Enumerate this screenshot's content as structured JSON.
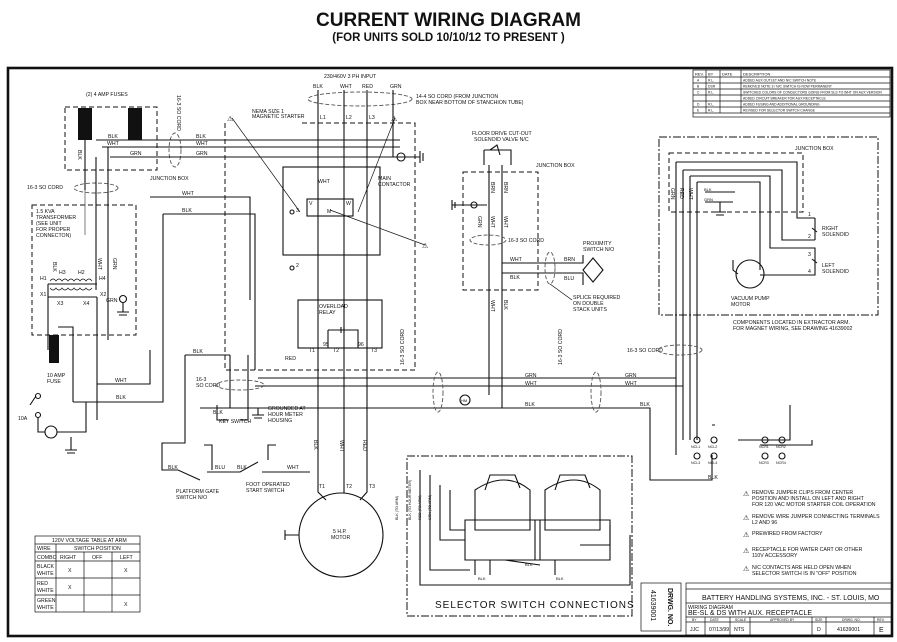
{
  "title": "CURRENT WIRING DIAGRAM",
  "subtitle": "(FOR UNITS SOLD 10/10/12 TO PRESENT )",
  "wires": {
    "blk": "BLK",
    "wht": "WHT",
    "grn": "GRN",
    "red": "RED",
    "brn": "BRN",
    "blu": "BLU"
  },
  "labels": {
    "fuses": "(2) 4 AMP FUSES",
    "cord_16_3": "16-3 SO CORD",
    "junction_box": "JUNCTION BOX",
    "transformer": [
      "1.5 KVA",
      "TRANSFORMER",
      "(SEE UNIT",
      "FOR PROPER",
      "CONNECTON)"
    ],
    "input": "230/460V 3 PH INPUT",
    "cord_14_4": [
      "14-4 SO CORD (FROM JUNCTION",
      "BOX NEAR BOTTOM OF STANCHION TUBE)"
    ],
    "nema": [
      "NEMA SIZE 1",
      "MAGNETIC STARTER"
    ],
    "l1": "L1",
    "l2": "L2",
    "l3": "L3",
    "main_contactor": [
      "MAIN",
      "CONTACTOR"
    ],
    "coil": "M",
    "coil_v": "V",
    "coil_w": "W",
    "aux_3": "3",
    "aux_2": "2",
    "overload": [
      "OVERLOAD",
      "RELAY"
    ],
    "t95": "95",
    "t96": "96",
    "T1": "T1",
    "T2": "T2",
    "T3": "T3",
    "floor_drive": [
      "FLOOR DRIVE CUT-OUT",
      "SOLENOID VALVE N/C"
    ],
    "proximity": [
      "PROXIMITY",
      "SWITCH N/O"
    ],
    "splice": [
      "SPLICE REQUIRED",
      "ON DOUBLE",
      "STACK UNITS"
    ],
    "right_solenoid": [
      "RIGHT",
      "SOLENOID"
    ],
    "left_solenoid": [
      "LEFT",
      "SOLENOID"
    ],
    "vacuum": [
      "VACUUM PUMP",
      "MOTOR"
    ],
    "components": [
      "COMPONENTS LOCATED IN EXTRACTOR ARM.",
      "FOR MAGNET WIRING, SEE DRAWING 41639002"
    ],
    "H1": "H1",
    "H2": "H2",
    "H3": "H3",
    "H4": "H4",
    "X1": "X1",
    "X2": "X2",
    "X3": "X3",
    "X4": "X4",
    "fuse10": [
      "10 AMP",
      "FUSE"
    ],
    "breaker": "10A",
    "cord_16_3_split": [
      "16-3",
      "SO CORD"
    ],
    "key_switch": "KEY SWITCH",
    "grounded": [
      "GROUNDED AT",
      "HOUR METER",
      "HOUSING"
    ],
    "hour_meter": "HM",
    "platform": [
      "PLATFORM GATE",
      "SWITCH N/O"
    ],
    "foot": [
      "FOOT OPERATED",
      "START SWITCH"
    ],
    "motor": [
      "5 H.P.",
      "MOTOR"
    ],
    "selector": "SELECTOR SWITCH CONNECTIONS",
    "selector_wires": [
      "BLK (TO ARM)",
      "BLK (TO HOUR METER)",
      "RED (TO ARM)",
      "GRN (TO ARM)"
    ],
    "nc": [
      "NCL1",
      "NCL2",
      "NCL3",
      "NCL4",
      "NCR1",
      "NCR2",
      "NCR3",
      "NCR4"
    ],
    "terminals": [
      "1",
      "2",
      "3",
      "4"
    ]
  },
  "voltage_table": {
    "title": "120V VOLTAGE TABLE AT ARM",
    "wire_header": "WIRE",
    "combo_header": "COMBO",
    "switch_header": "SWITCH POSITION",
    "positions": [
      "RIGHT",
      "OFF",
      "LEFT"
    ],
    "rows": [
      {
        "wire": [
          "BLACK",
          "WHITE"
        ],
        "cells": [
          "X",
          "",
          "X"
        ]
      },
      {
        "wire": [
          "RED",
          "WHITE"
        ],
        "cells": [
          "X",
          "",
          ""
        ]
      },
      {
        "wire": [
          "GREEN",
          "WHITE"
        ],
        "cells": [
          "",
          "",
          "X"
        ]
      }
    ]
  },
  "revisions": {
    "headers": [
      "REV.",
      "BY",
      "DATE",
      "DESCRIPTION"
    ],
    "rows": [
      {
        "rev": "A",
        "by": "R.L.",
        "desc": "ADDED AUX OUTLET AND N/C SWITCH NOTE"
      },
      {
        "rev": "B",
        "by": "DSR",
        "desc": "REMOVED NOTE 3 / N/C SWITCH IS NOW PERMANENT"
      },
      {
        "rev": "C",
        "by": "R.L.",
        "desc": "SWITCHED COLORS OF CONDUCTORS GOING FROM SLS TO WHT ON AUX VERSION"
      },
      {
        "rev": "",
        "by": "",
        "desc": "ADDED CIRCUIT BREAKER FOR AUX RECEPTACLE"
      },
      {
        "rev": "D",
        "by": "R.L.",
        "desc": "ADDED FUSING AND ADDITIONAL GROUNDING"
      },
      {
        "rev": "E",
        "by": "R.L.",
        "desc": "REVISED FOR SELECTOR SWITCH CHANGE"
      }
    ]
  },
  "notes": [
    {
      "num": "1",
      "lines": [
        "REMOVE JUMPER CLIPS FROM CENTER",
        "POSITION AND INSTALL ON LEFT AND RIGHT",
        "FOR 120 VAC MOTOR STARTER COIL OPERATION"
      ]
    },
    {
      "num": "2",
      "lines": [
        "REMOVE WIRE JUMPER CONNECTING TERMINALS",
        "L2 AND 96"
      ]
    },
    {
      "num": "3",
      "lines": [
        "PREWIRED FROM FACTORY"
      ]
    },
    {
      "num": "4",
      "lines": [
        "RECEPTACLE FOR WATER CART OR OTHER",
        "110V ACCESSORY"
      ]
    },
    {
      "num": "5",
      "lines": [
        "N/C CONTACTS ARE HELD OPEN WHEN",
        "SELECTOR SWITCH IS IN \"OFF\" POSITION"
      ]
    }
  ],
  "title_block": {
    "company": "BATTERY HANDLING SYSTEMS, INC. - ST. LOUIS, MO",
    "drawing_title": "WIRING DIAGRAM",
    "drawing_subtitle": "BE-SL & DS WITH AUX. RECEPTACLE",
    "headers": [
      "BY",
      "DATE",
      "SCALE",
      "APPROVED BY",
      "SIZE",
      "DRWG. NO.",
      "REV."
    ],
    "values": [
      "JJC",
      "07/13/99",
      "NTS",
      "",
      "D",
      "41639001",
      "E"
    ],
    "side_label": "DRWG. NO.",
    "side_number": "41639001"
  }
}
